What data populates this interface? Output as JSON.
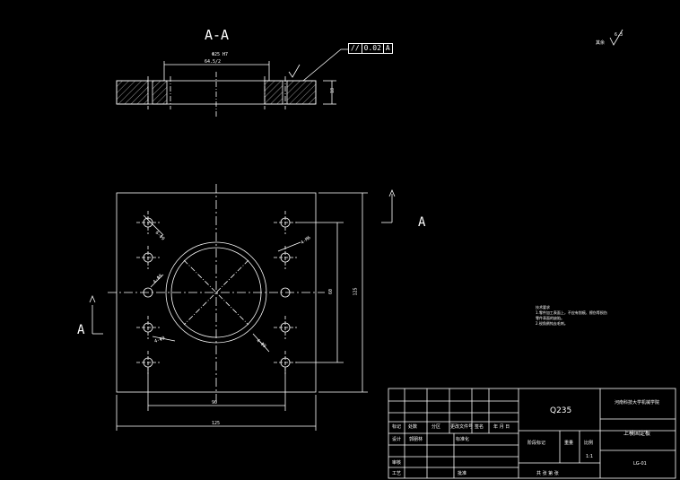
{
  "drawing": {
    "section_title": "A-A",
    "section_letter_right": "A",
    "section_letter_left": "A",
    "flatness_symbol": "//",
    "flatness_value": "0.02",
    "datum": "A",
    "dim_top_bore": "Φ25 H7",
    "dim_top_width": "64.5/2",
    "dim_right_thickness": "18",
    "dim_bottom_inner": "90",
    "dim_bottom_outer": "125",
    "dim_right_inner": "60",
    "dim_right_outer": "125",
    "hole_labels": [
      "6-Φ9",
      "4-M6",
      "4-Φ9",
      "4-Φ9",
      "4-Φ9"
    ],
    "roughness_global": "6.3",
    "roughness_label": "其余"
  },
  "notes": {
    "title": "技术要求",
    "lines": [
      "1.零件加工表面上，不应有划痕、擦伤等损伤",
      "零件表面的缺陷。",
      "2.锐角倒钝去毛刺。"
    ]
  },
  "title_block": {
    "material": "Q235",
    "school": "河南科技大学机械学院",
    "part_name": "上模固定板",
    "drawing_no": "LG-01",
    "scale": "1:1",
    "labels": {
      "mark": "标记",
      "count": "处数",
      "zone": "分区",
      "change_doc": "更改文件号",
      "signature": "签名",
      "date": "年 月 日",
      "design": "设计",
      "standardize": "标准化",
      "review": "审核",
      "process": "工艺",
      "approve": "批准",
      "stage_mark": "阶段标记",
      "weight": "重量",
      "scale_label": "比例",
      "sheets": "共 张 第 张"
    },
    "designer": "郭朋林"
  }
}
